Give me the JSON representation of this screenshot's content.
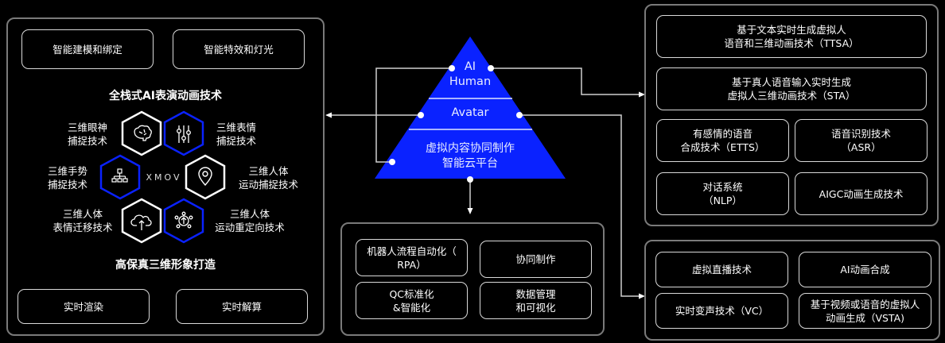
{
  "colors": {
    "accent_blue": "#0a22ff",
    "panel_border": "#7a7a7a",
    "box_border": "#d9d9d9",
    "background": "#000000"
  },
  "left_panel": {
    "top_buttons": [
      "智能建模和绑定",
      "智能特效和灯光"
    ],
    "heading_top": "全栈式AI表演动画技术",
    "heading_bottom": "高保真三维形象打造",
    "center_logo": "XMOV",
    "hex_items": [
      {
        "label": "三维眼神\n捕捉技术",
        "icon": "brain-icon"
      },
      {
        "label": "三维表情\n捕捉技术",
        "icon": "sliders-icon"
      },
      {
        "label": "三维手势\n捕捉技术",
        "icon": "hierarchy-icon"
      },
      {
        "label": "三维人体\n运动捕捉技术",
        "icon": "location-pin-icon"
      },
      {
        "label": "三维人体\n表情迁移技术",
        "icon": "cloud-upload-icon"
      },
      {
        "label": "三维人体\n运动重定向技术",
        "icon": "network-molecule-icon"
      }
    ],
    "bottom_buttons": [
      "实时渲染",
      "实时解算"
    ]
  },
  "pyramid": {
    "tiers": [
      "AI\nHuman",
      "Avatar",
      "虚拟内容协同制作\n智能云平台"
    ]
  },
  "bottom_center_panel": {
    "items": [
      "机器人流程自动化（\nRPA）",
      "协同制作",
      "QC标准化\n&智能化",
      "数据管理\n和可视化"
    ]
  },
  "right_top_panel": {
    "items": [
      "基于文本实时生成虚拟人\n语音和三维动画技术（TTSA）",
      "基于真人语音输入实时生成\n虚拟人三维动画技术（STA）",
      "有感情的语音\n合成技术（ETTS）",
      "语音识别技术\n（ASR）",
      "对话系统\n（NLP）",
      "AIGC动画生成技术"
    ]
  },
  "right_bottom_panel": {
    "items": [
      "虚拟直播技术",
      "AI动画合成",
      "实时变声技术（VC）",
      "基于视频或语音的虚拟人\n动画生成（VSTA)"
    ]
  }
}
